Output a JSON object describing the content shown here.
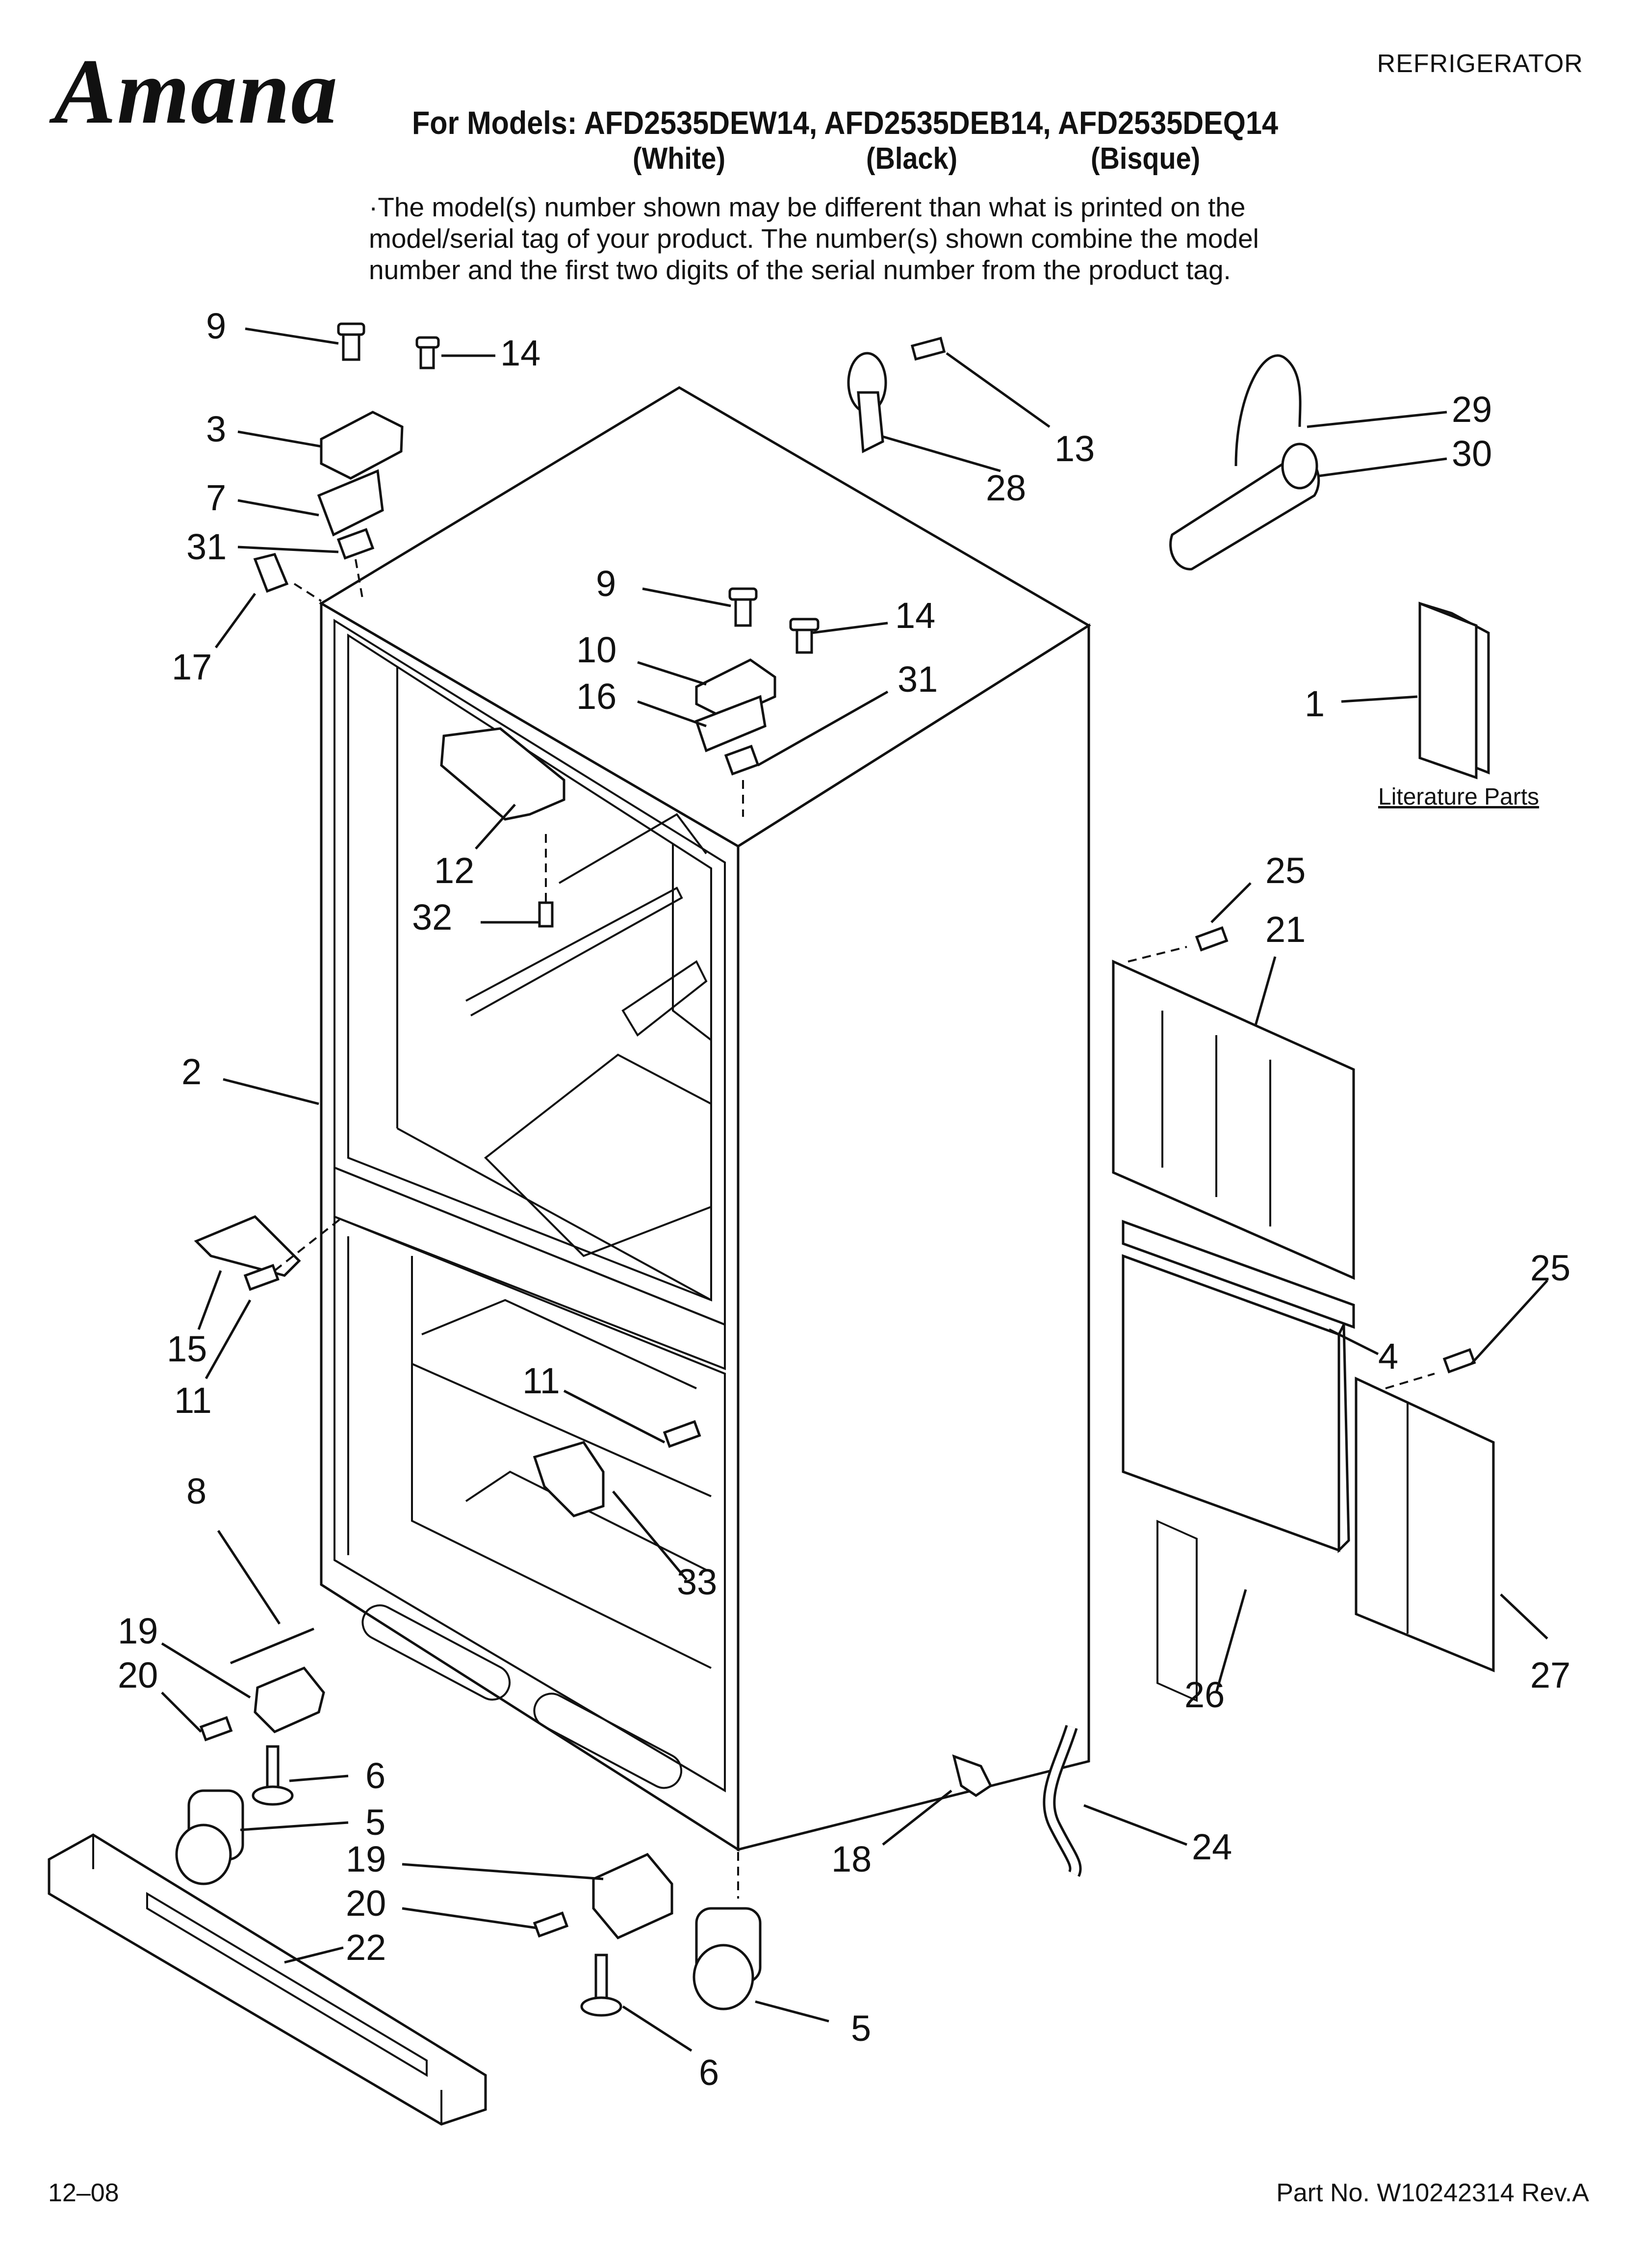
{
  "header": {
    "brand": "Amana",
    "category": "REFRIGERATOR",
    "models_line": "For Models: AFD2535DEW14, AFD2535DEB14, AFD2535DEQ14",
    "variants": [
      "(White)",
      "(Black)",
      "(Bisque)"
    ],
    "note_lines": [
      "·The model(s) number shown may be different than what is printed on the",
      "model/serial tag of your product. The number(s) shown combine the model",
      "number and the first two digits of the serial number from the product tag."
    ]
  },
  "diagram": {
    "literature_label": "Literature Parts",
    "callouts": [
      "9",
      "14",
      "3",
      "7",
      "31",
      "17",
      "13",
      "28",
      "29",
      "30",
      "9",
      "14",
      "10",
      "16",
      "31",
      "1",
      "12",
      "32",
      "2",
      "25",
      "21",
      "15",
      "11",
      "11",
      "8",
      "19",
      "20",
      "33",
      "25",
      "4",
      "26",
      "27",
      "6",
      "5",
      "19",
      "20",
      "22",
      "18",
      "24",
      "5",
      "6"
    ]
  },
  "footer": {
    "date": "12–08",
    "part_number": "Part No. W10242314 Rev.A"
  },
  "colors": {
    "ink": "#111111",
    "paper": "#ffffff"
  }
}
